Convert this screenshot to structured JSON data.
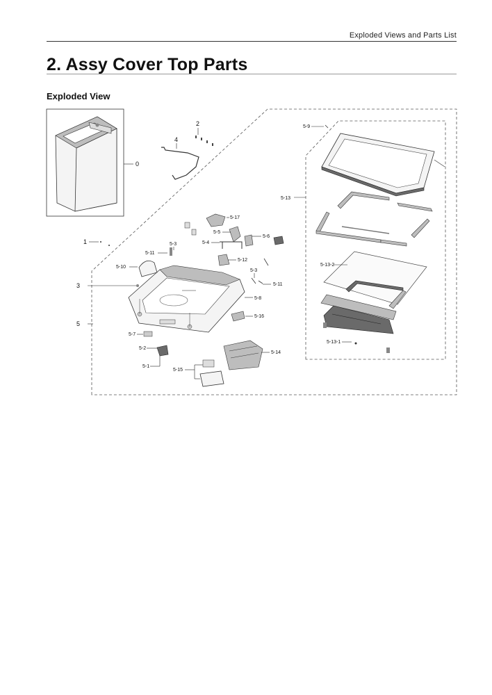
{
  "header": {
    "section_label": "Exploded Views and Parts List"
  },
  "page": {
    "title": "2.  Assy Cover Top Parts",
    "section_title": "Exploded View"
  },
  "diagram": {
    "callouts": {
      "c0": "0",
      "c1": "1",
      "c2": "2",
      "c3": "3",
      "c4": "4",
      "c5": "5",
      "c5_1": "5-1",
      "c5_2": "5-2",
      "c5_3a": "5-3",
      "c5_3b": "5-3",
      "c5_4": "5-4",
      "c5_5": "5-5",
      "c5_6": "5-6",
      "c5_7": "5-7",
      "c5_8": "5-8",
      "c5_9": "5-9",
      "c5_10": "5-10",
      "c5_11a": "5-11",
      "c5_11b": "5-11",
      "c5_12": "5-12",
      "c5_13": "5-13",
      "c5_13_1": "5-13-1",
      "c5_13_2": "5-13-2",
      "c5_14": "5-14",
      "c5_15": "5-15",
      "c5_16": "5-16",
      "c5_17": "5-17"
    }
  }
}
